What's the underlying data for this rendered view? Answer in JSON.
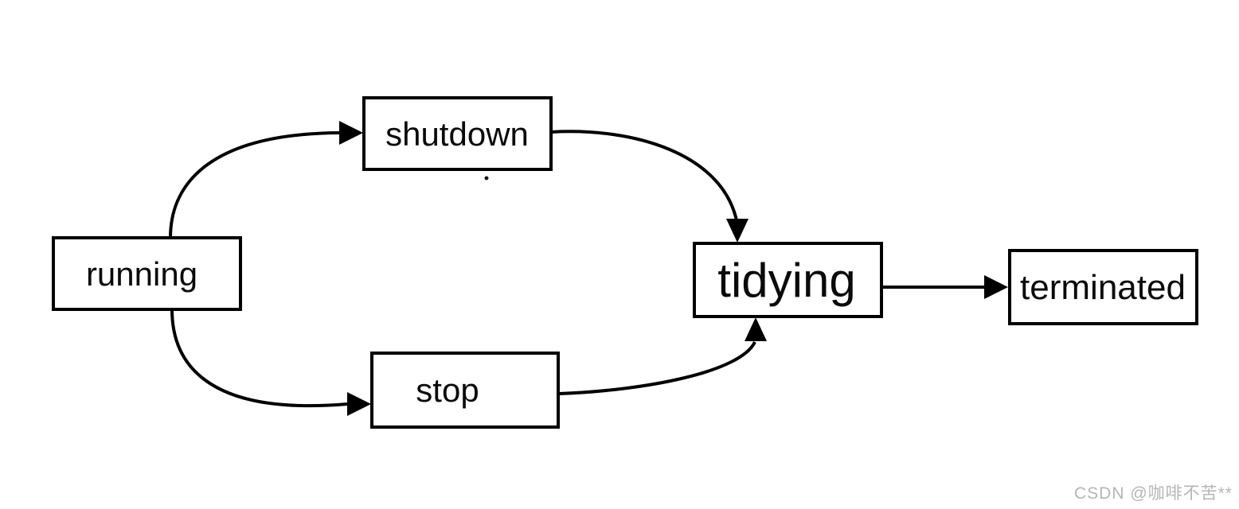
{
  "diagram": {
    "type": "state-flow",
    "background": "#ffffff",
    "stroke_color": "#000000",
    "node_fill": "#ffffff",
    "nodes": [
      {
        "id": "running",
        "label": "running"
      },
      {
        "id": "shutdown",
        "label": "shutdown"
      },
      {
        "id": "stop",
        "label": "stop"
      },
      {
        "id": "tidying",
        "label": "tidying"
      },
      {
        "id": "terminated",
        "label": "terminated"
      }
    ],
    "edges": [
      {
        "from": "running",
        "to": "shutdown"
      },
      {
        "from": "running",
        "to": "stop"
      },
      {
        "from": "shutdown",
        "to": "tidying"
      },
      {
        "from": "stop",
        "to": "tidying"
      },
      {
        "from": "tidying",
        "to": "terminated"
      }
    ]
  },
  "watermark": {
    "text": "CSDN @咖啡不苦**",
    "color": "#b5b5b5"
  }
}
